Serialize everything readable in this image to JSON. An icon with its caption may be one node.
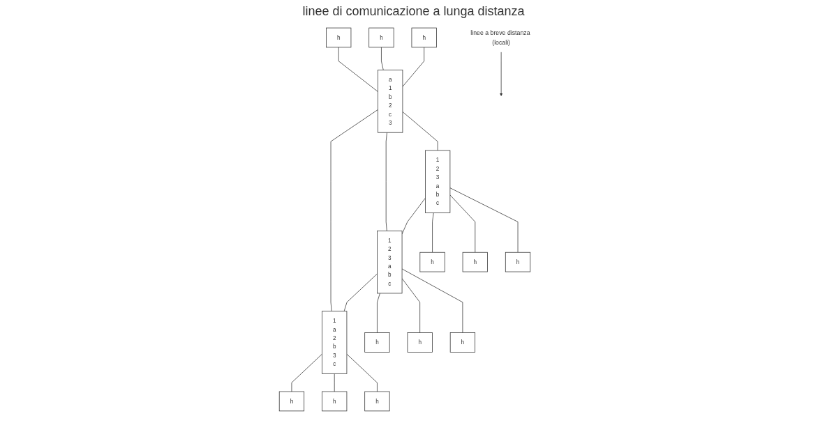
{
  "diagram": {
    "nodes": [
      {
        "text": [
          "h"
        ]
      },
      {
        "text": [
          "h"
        ]
      },
      {
        "text": [
          "h"
        ]
      },
      {
        "text": [
          "a",
          "1",
          "b",
          "2",
          "c",
          "3"
        ]
      },
      {
        "text": [
          "1",
          "a",
          "2",
          "b",
          "3",
          "c"
        ]
      },
      {
        "text": [
          "h"
        ]
      },
      {
        "text": [
          "h"
        ]
      },
      {
        "text": [
          "h"
        ]
      },
      {
        "text": [
          "1",
          "2",
          "3",
          "a",
          "b",
          "c"
        ]
      },
      {
        "text": [
          "1",
          "2",
          "3",
          "a",
          "b",
          "c"
        ]
      },
      {
        "text": [
          "linee a breve distanza (locali)"
        ]
      },
      {
        "text": [
          "h"
        ]
      },
      {
        "text": [
          "h"
        ]
      },
      {
        "text": [
          "h"
        ]
      },
      {
        "text": [
          "h"
        ]
      },
      {
        "text": [
          "h"
        ]
      },
      {
        "text": [
          "h"
        ]
      }
    ],
    "edges": [
      {
        "from": 0,
        "to": 3,
        "arrow": "none"
      },
      {
        "from": 1,
        "to": 3,
        "arrow": "none"
      },
      {
        "from": 2,
        "to": 3,
        "arrow": "none"
      },
      {
        "from": 3,
        "to": 4,
        "arrow": "none"
      },
      {
        "from": 3,
        "to": 9,
        "arrow": "none"
      },
      {
        "from": 3,
        "to": 8,
        "arrow": "none"
      },
      {
        "from": 8,
        "to": 9,
        "arrow": "none"
      },
      {
        "from": 9,
        "to": 4,
        "arrow": "none"
      },
      {
        "from": 4,
        "to": 5,
        "arrow": "none"
      },
      {
        "from": 4,
        "to": 6,
        "arrow": "none"
      },
      {
        "from": 4,
        "to": 7,
        "arrow": "none"
      },
      {
        "from": 8,
        "to": 11,
        "arrow": "none"
      },
      {
        "from": 8,
        "to": 15,
        "arrow": "none"
      },
      {
        "from": 8,
        "to": 12,
        "arrow": "none"
      },
      {
        "from": 9,
        "to": 13,
        "arrow": "none"
      },
      {
        "from": 9,
        "to": 16,
        "arrow": "none"
      },
      {
        "from": 9,
        "to": 14,
        "arrow": "none"
      },
      {
        "from": 10,
        "to": null,
        "arrow": "to"
      }
    ],
    "labels": [
      "linee di comunicazione a lunga distanza"
    ]
  }
}
